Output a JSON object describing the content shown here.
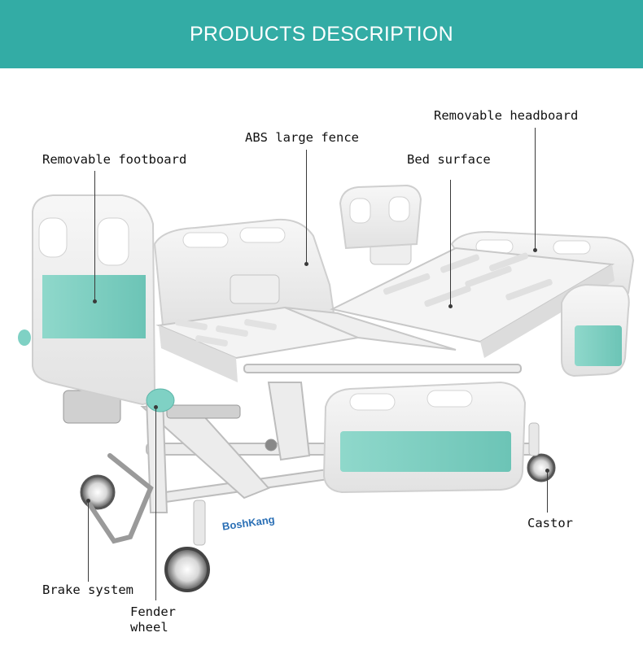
{
  "header": {
    "title": "PRODUCTS DESCRIPTION"
  },
  "brand": {
    "logo_text": "BoshKang"
  },
  "callouts": {
    "removable_footboard": "Removable footboard",
    "abs_large_fence": "ABS large fence",
    "bed_surface": "Bed surface",
    "removable_headboard": "Removable headboard",
    "castor": "Castor",
    "brake_system": "Brake system",
    "fender_wheel": "Fender\nwheel"
  },
  "colors": {
    "banner": "#33aca5",
    "accent_panel": "#7fd1c4",
    "bed_white": "#f2f2f2"
  }
}
